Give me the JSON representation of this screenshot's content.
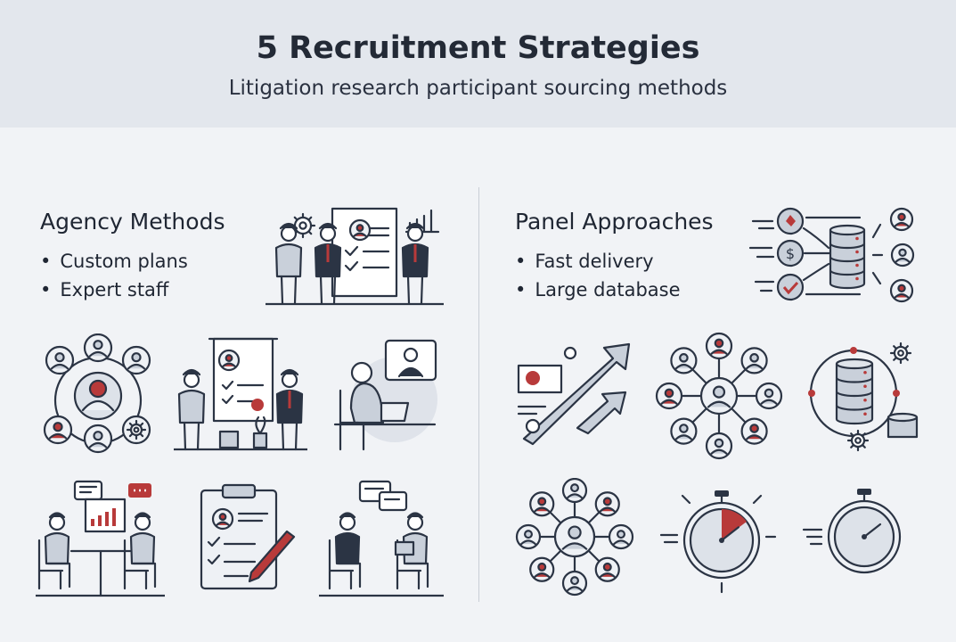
{
  "header": {
    "title": "5 Recruitment Strategies",
    "subtitle": "Litigation research participant sourcing methods"
  },
  "left": {
    "heading": "Agency Methods",
    "bullets": [
      "Custom plans",
      "Expert staff"
    ]
  },
  "right": {
    "heading": "Panel Approaches",
    "bullets": [
      "Fast delivery",
      "Large database"
    ]
  },
  "colors": {
    "ink": "#2b3444",
    "accent": "#b83a3a",
    "fill": "#c9d0da",
    "header_bg": "#e3e7ed",
    "page_bg": "#f1f3f6"
  },
  "icons": {
    "left": [
      "team-presentation-illustration",
      "people-network-icon",
      "presentation-board-icon",
      "video-call-icon",
      "meeting-table-icon",
      "clipboard-checklist-icon",
      "interview-icon"
    ],
    "right": [
      "database-distribution-illustration",
      "growth-arrow-icon",
      "people-network-icon",
      "database-gear-icon",
      "people-network-icon",
      "stopwatch-icon",
      "stopwatch-icon"
    ]
  }
}
